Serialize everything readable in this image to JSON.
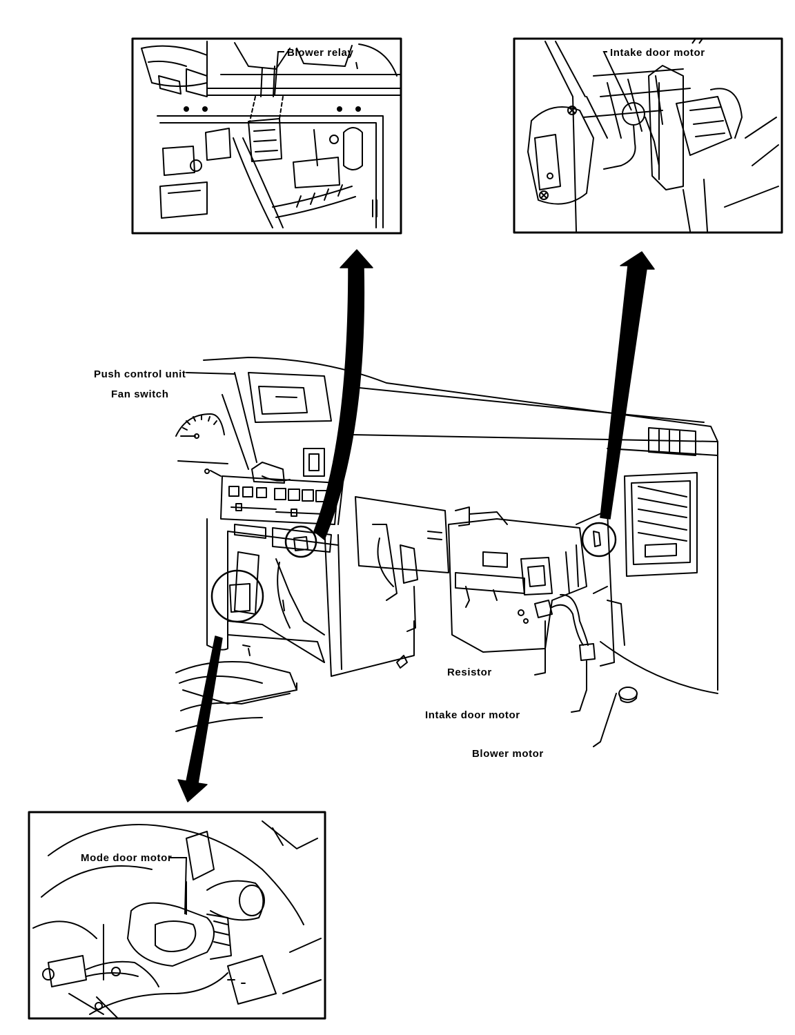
{
  "labels": {
    "blower_relay": "Blower relay",
    "intake_door_motor_top": "Intake door motor",
    "push_control_unit": "Push control unit",
    "fan_switch": "Fan switch",
    "resistor": "Resistor",
    "intake_door_motor": "Intake door motor",
    "blower_motor": "Blower motor",
    "mode_door_motor": "Mode door motor"
  }
}
